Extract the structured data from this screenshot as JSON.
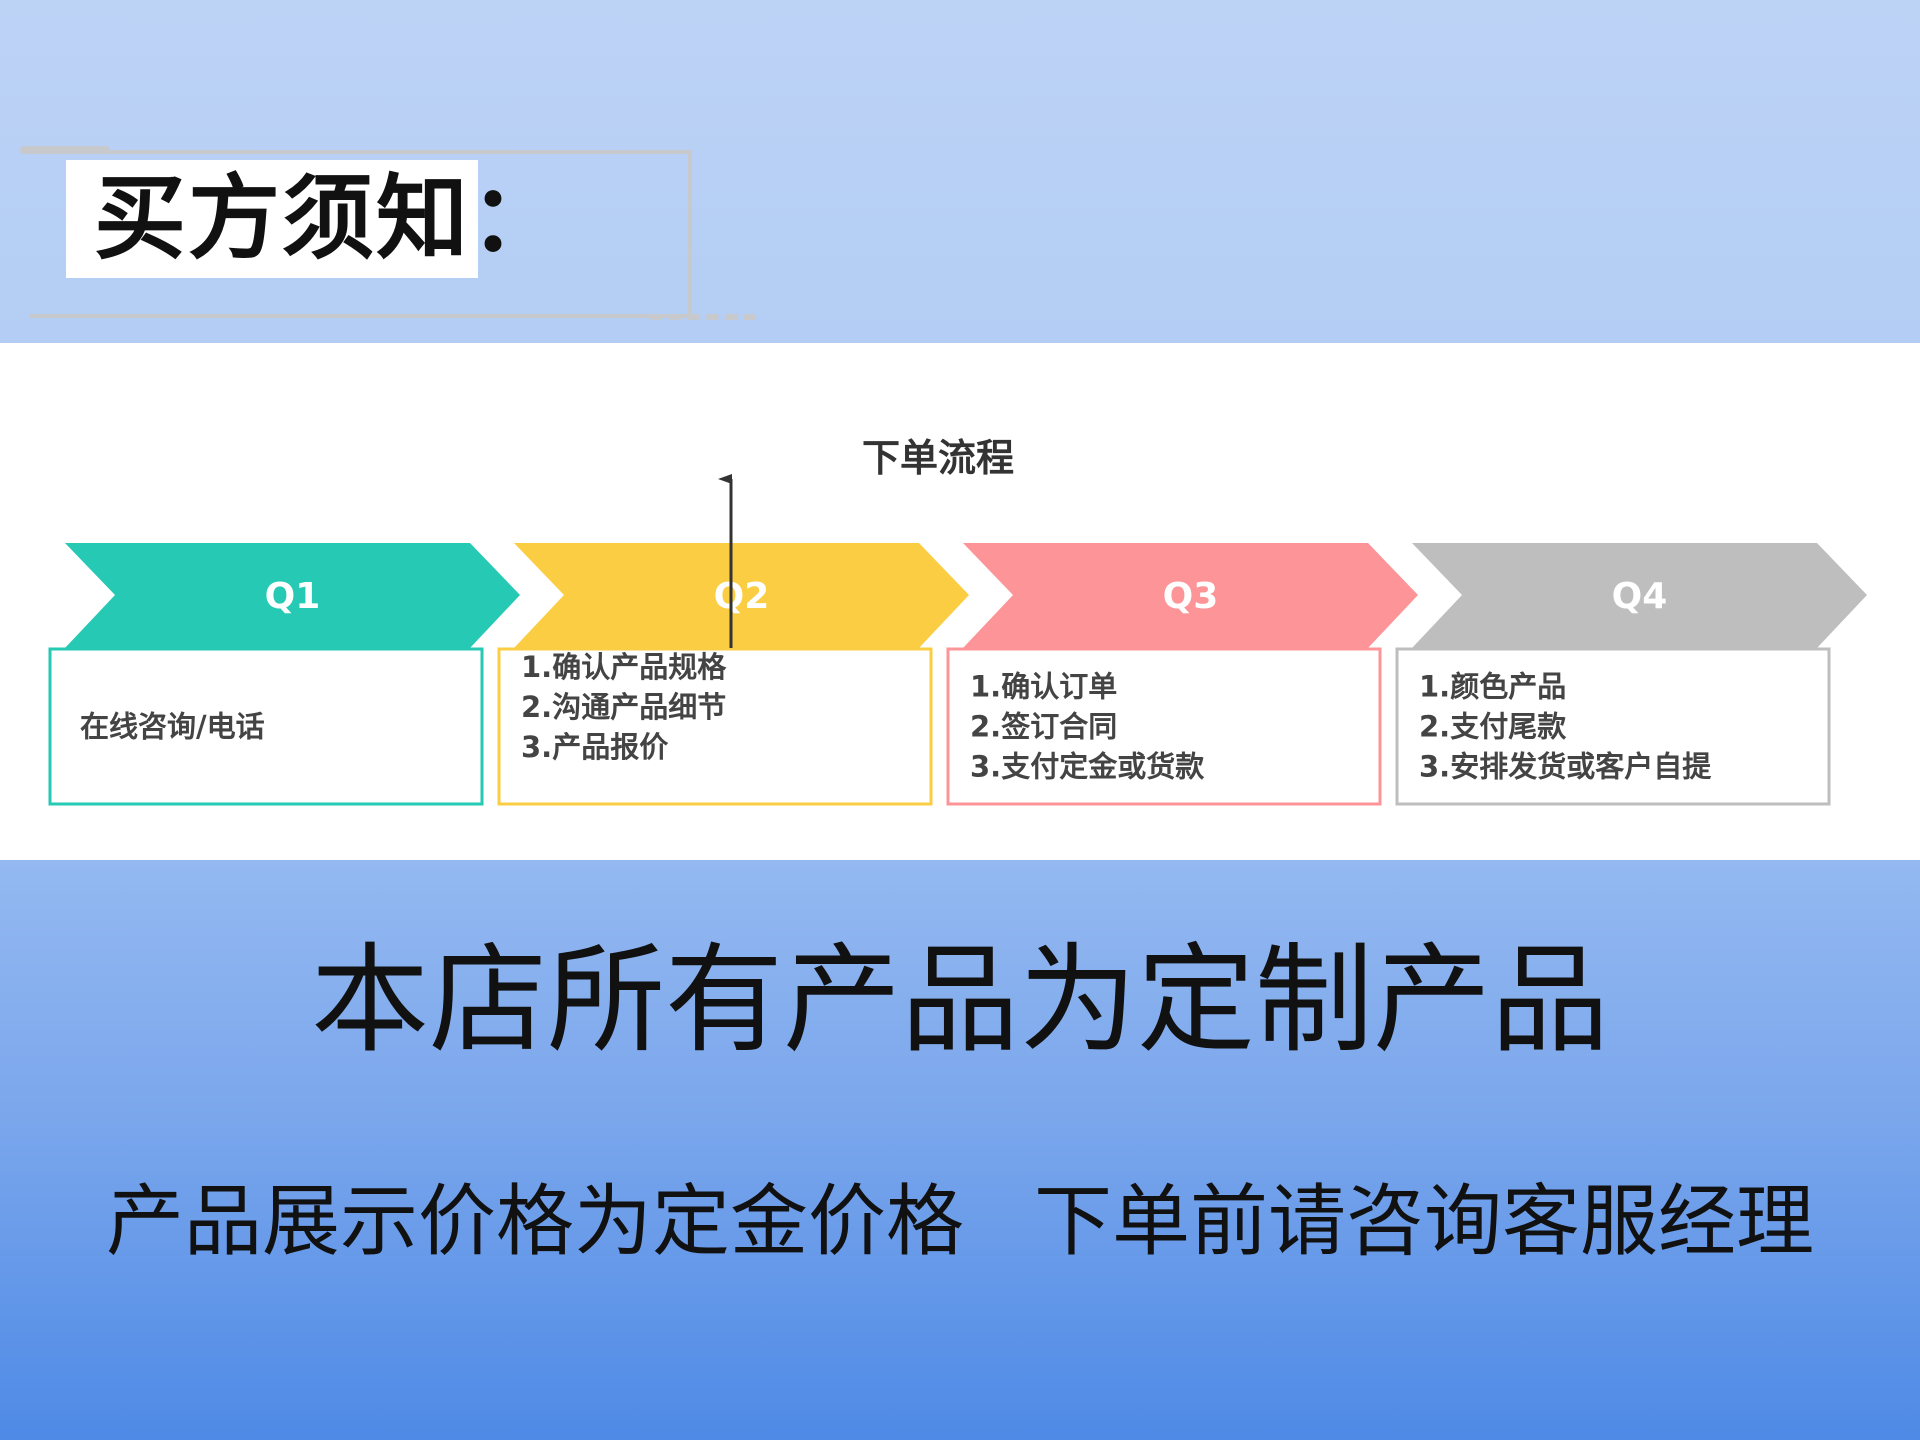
{
  "heading": {
    "label": "买方须知："
  },
  "diagram": {
    "title": "下单流程",
    "steps": [
      {
        "label": "Q1",
        "color": "#26c9b4",
        "items": [
          "在线咨询/电话"
        ]
      },
      {
        "label": "Q2",
        "color": "#fbcd43",
        "items": [
          "1.确认产品规格",
          "2.沟通产品细节",
          "3.产品报价"
        ]
      },
      {
        "label": "Q3",
        "color": "#fd9497",
        "items": [
          "1.确认订单",
          "2.签订合同",
          "3.支付定金或货款"
        ]
      },
      {
        "label": "Q4",
        "color": "#bebebe",
        "items": [
          "1.颜色产品",
          "2.支付尾款",
          "3.安排发货或客户自提"
        ]
      }
    ]
  },
  "notice": {
    "main": "本店所有产品为定制产品",
    "sub_left": "产品展示价格为定金价格",
    "sub_right": "下单前请咨询客服经理"
  }
}
